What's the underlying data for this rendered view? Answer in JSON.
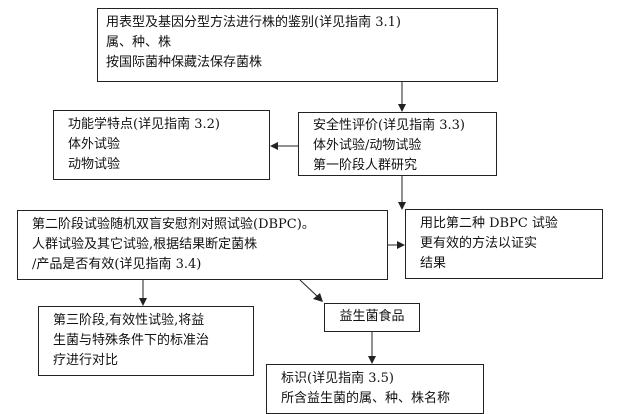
{
  "boxes": {
    "identification": {
      "lines": [
        "用表型及基因分型方法进行株的鉴别(详见指南 3.1)",
        "属、种、株",
        "按国际菌种保藏法保存菌株"
      ]
    },
    "functional": {
      "lines": [
        "功能学特点(详见指南 3.2)",
        "体外试验",
        "动物试验"
      ]
    },
    "safety": {
      "lines": [
        "安全性评价(详见指南 3.3)",
        "体外试验/动物试验",
        "第一阶段人群研究"
      ]
    },
    "phase2": {
      "lines": [
        "第二阶段试验随机双盲安慰剂对照试验(DBPC)。",
        "人群试验及其它试验,根据结果断定菌株",
        "/产品是否有效(详见指南 3.4)"
      ]
    },
    "compare": {
      "lines": [
        "用比第二种 DBPC 试验",
        "更有效的方法以证实",
        "结果"
      ]
    },
    "phase3": {
      "lines": [
        "第三阶段,有效性试验,将益",
        "生菌与特殊条件下的标准治",
        "疗进行对比"
      ]
    },
    "food": {
      "lines": [
        "益生菌食品"
      ]
    },
    "label": {
      "lines": [
        "标识(详见指南 3.5)",
        "所含益生菌的属、种、株名称"
      ]
    }
  }
}
